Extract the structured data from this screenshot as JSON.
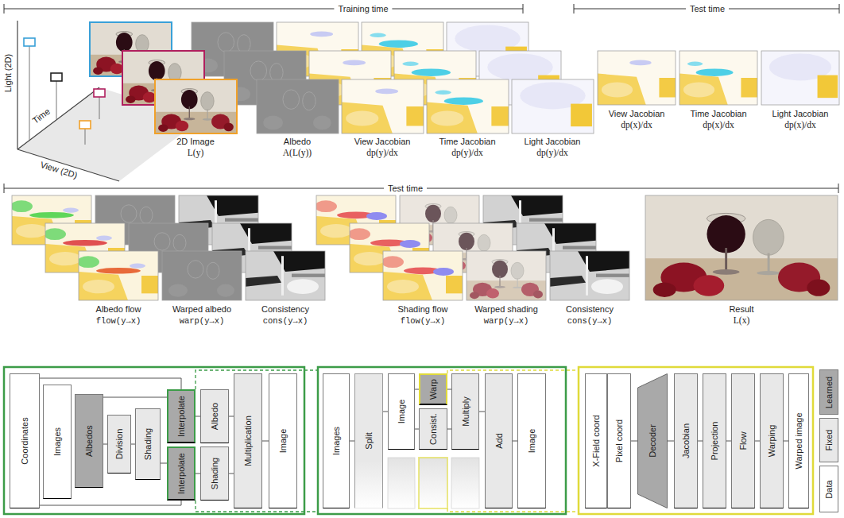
{
  "diagram": {
    "nodes": [
      {
        "text": [
          "Coordinates"
        ]
      },
      {
        "text": [
          "Images"
        ]
      },
      {
        "text": [
          "Albedos"
        ]
      },
      {
        "text": [
          "Division"
        ]
      },
      {
        "text": [
          "Shading"
        ]
      },
      {
        "text": [
          "Interpolate"
        ]
      },
      {
        "text": [
          "Interpolate"
        ]
      },
      {
        "text": [
          "Albedo"
        ]
      },
      {
        "text": [
          "Shading"
        ]
      },
      {
        "text": [
          "Multiplication"
        ]
      },
      {
        "text": [
          "Image"
        ]
      },
      {
        "text": [
          "Images"
        ]
      },
      {
        "text": [
          "Split"
        ]
      },
      {
        "text": [
          "Image"
        ]
      },
      {
        "text": [
          "Warp"
        ]
      },
      {
        "text": [
          "Consist."
        ]
      },
      {
        "text": [
          "Multiply"
        ]
      },
      {
        "text": [
          "Add"
        ]
      },
      {
        "text": [
          "Image"
        ]
      },
      {
        "text": [
          "X-Field coord"
        ]
      },
      {
        "text": [
          "Pixel coord"
        ]
      },
      {
        "text": [
          "Decoder"
        ]
      },
      {
        "text": [
          "Jacobian"
        ]
      },
      {
        "text": [
          "Projection"
        ]
      },
      {
        "text": [
          "Flow"
        ]
      },
      {
        "text": [
          "Warping"
        ]
      },
      {
        "text": [
          "Warped image"
        ]
      }
    ],
    "edges": [
      {
        "from": 0,
        "to": 5,
        "arrow": "none"
      },
      {
        "from": 0,
        "to": 6,
        "arrow": "none"
      },
      {
        "from": 2,
        "to": 3,
        "arrow": "none"
      },
      {
        "from": 3,
        "to": 4,
        "arrow": "none"
      },
      {
        "from": 2,
        "to": 5,
        "arrow": "none"
      },
      {
        "from": 4,
        "to": 6,
        "arrow": "none"
      },
      {
        "from": 5,
        "to": 7,
        "arrow": "none"
      },
      {
        "from": 6,
        "to": 8,
        "arrow": "none"
      },
      {
        "from": 7,
        "to": 9,
        "arrow": "none"
      },
      {
        "from": 8,
        "to": 9,
        "arrow": "none"
      },
      {
        "from": 9,
        "to": 10,
        "arrow": "none"
      },
      {
        "from": 11,
        "to": 12,
        "arrow": "none"
      },
      {
        "from": 12,
        "to": 13,
        "arrow": "none"
      },
      {
        "from": 13,
        "to": 14,
        "arrow": "none"
      },
      {
        "from": 13,
        "to": 15,
        "arrow": "none"
      },
      {
        "from": 14,
        "to": 16,
        "arrow": "none"
      },
      {
        "from": 15,
        "to": 16,
        "arrow": "none"
      },
      {
        "from": 16,
        "to": 17,
        "arrow": "none"
      },
      {
        "from": 17,
        "to": 18,
        "arrow": "none"
      },
      {
        "from": 20,
        "to": 21,
        "arrow": "none"
      },
      {
        "from": 21,
        "to": 22,
        "arrow": "none"
      },
      {
        "from": 22,
        "to": 23,
        "arrow": "none"
      },
      {
        "from": 23,
        "to": 24,
        "arrow": "none"
      },
      {
        "from": 24,
        "to": 25,
        "arrow": "none"
      },
      {
        "from": 25,
        "to": 26,
        "arrow": "none"
      }
    ],
    "labels": [
      "Training time",
      "Test time",
      "Light (2D)",
      "Time",
      "View (2D)",
      "2D Image",
      "L(y)",
      "Albedo",
      "A(L(y))",
      "View Jacobian",
      "dp(y)/dx",
      "Time Jacobian",
      "dp(y)/dx",
      "Light Jacobian",
      "dp(y)/dx",
      "View Jacobian",
      "dp(x)/dx",
      "Time Jacobian",
      "dp(x)/dx",
      "Light Jacobian",
      "dp(x)/dx",
      "Test time",
      "Albedo flow",
      "flow(y→x)",
      "Warped albedo",
      "warp(y→x)",
      "Consistency",
      "cons(y→x)",
      "Shading flow",
      "flow(y→x)",
      "Warped shading",
      "warp(y→x)",
      "Consistency",
      "cons(y→x)",
      "Result",
      "L(x)"
    ],
    "legend": [
      {
        "text": "Learned",
        "color": "#a9a9a9"
      },
      {
        "text": "Fixed",
        "color": "#e8e8e8"
      },
      {
        "text": "Data",
        "color": "#ffffff"
      }
    ]
  }
}
